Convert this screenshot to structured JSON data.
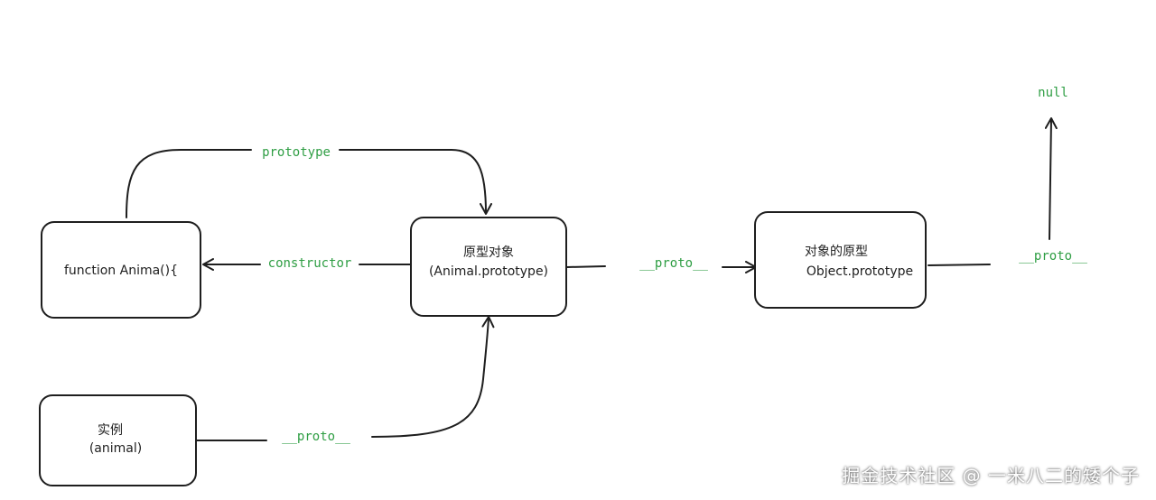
{
  "nodes": {
    "function_node": {
      "line1": "function Anima(){"
    },
    "prototype_node": {
      "line1": "原型对象",
      "line2": "(Animal.prototype)"
    },
    "object_prototype_node": {
      "line1": "对象的原型",
      "line2": "Object.prototype"
    },
    "instance_node": {
      "line1": "实例",
      "line2": "(animal)"
    },
    "null_node": {
      "label": "null"
    }
  },
  "edges": {
    "prototype": {
      "label": "prototype"
    },
    "constructor": {
      "label": "constructor"
    },
    "proto_instance": {
      "label": "__proto__"
    },
    "proto_prototype": {
      "label": "__proto__"
    },
    "proto_object": {
      "label": "__proto__"
    }
  },
  "watermark": "掘金技术社区 @ 一米八二的矮个子",
  "colors": {
    "stroke": "#1e1e1e",
    "label_green": "#2f9e44",
    "background": "#ffffff"
  }
}
